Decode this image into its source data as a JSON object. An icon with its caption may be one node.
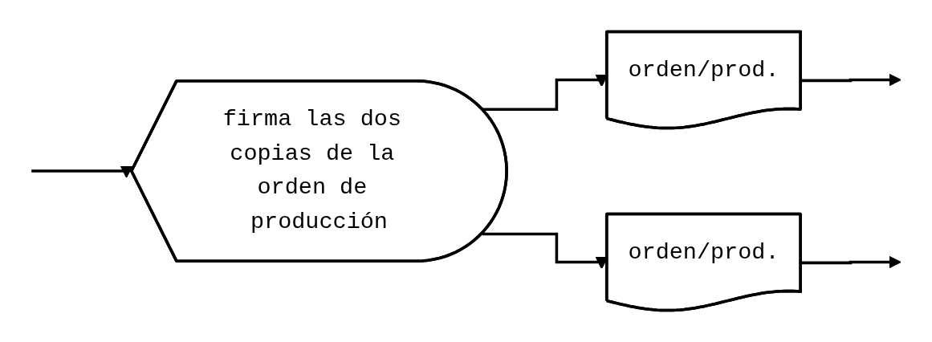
{
  "diagram": {
    "nodes": [
      {
        "text": [
          "firma las dos copias de la orden de producción"
        ]
      },
      {
        "text": [
          "orden/prod."
        ]
      },
      {
        "text": [
          "orden/prod."
        ]
      }
    ],
    "edges": [
      {
        "from": null,
        "to": 0,
        "arrow": "to"
      },
      {
        "from": 0,
        "to": 1,
        "arrow": "to"
      },
      {
        "from": 0,
        "to": 2,
        "arrow": "to"
      },
      {
        "from": 1,
        "to": null,
        "arrow": "to"
      },
      {
        "from": 2,
        "to": null,
        "arrow": "to"
      }
    ]
  }
}
